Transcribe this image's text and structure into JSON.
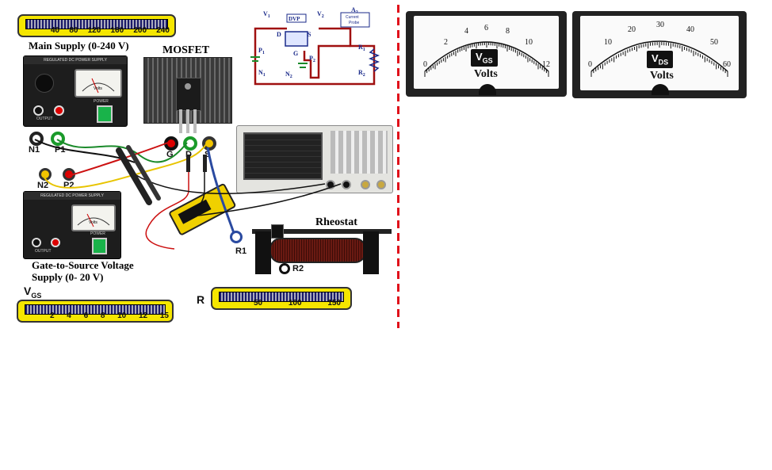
{
  "main_supply": {
    "label": "Main Supply (0-240 V)",
    "scale": [
      "40",
      "80",
      "120",
      "160",
      "200",
      "240"
    ],
    "header": "REGULATED DC POWER SUPPLY",
    "meter_unit": "Volts",
    "power_label": "POWER",
    "output_label": "OUTPUT"
  },
  "mosfet": {
    "label": "MOSFET",
    "terminals": [
      "G",
      "D",
      "S"
    ]
  },
  "gate_supply": {
    "label_line1": "Gate-to-Source Voltage",
    "label_line2": "Supply (0- 20 V)",
    "header": "REGULATED DC POWER SUPPLY",
    "meter_unit": "Volts",
    "power_label": "POWER",
    "output_label": "OUTPUT"
  },
  "terminals": {
    "n1": "N1",
    "p1": "P1",
    "n2": "N2",
    "p2": "P2",
    "r1": "R1",
    "r2": "R2"
  },
  "vgs_slider": {
    "label": "V",
    "sub": "GS",
    "scale": [
      "2",
      "4",
      "6",
      "8",
      "10",
      "12",
      "15"
    ]
  },
  "r_slider": {
    "label": "R",
    "scale": [
      "50",
      "100",
      "150"
    ]
  },
  "rheostat": {
    "label": "Rheostat"
  },
  "circuit": {
    "v1": "V",
    "v1_sub": "1",
    "dvp": "DVP",
    "v2": "V",
    "v2_sub": "2",
    "a2": "A",
    "a2_sub": "2",
    "probe1": "Current",
    "probe2": "Probe",
    "d": "D",
    "s": "S",
    "g": "G",
    "p1": "P",
    "p1_sub": "1",
    "n1": "N",
    "n1_sub": "1",
    "p2": "P",
    "p2_sub": "2",
    "n2": "N",
    "n2_sub": "2",
    "r1": "R",
    "r1_sub": "1",
    "r2": "R",
    "r2_sub": "2"
  },
  "vgs_meter": {
    "plate": "V",
    "plate_sub": "GS",
    "units": "Volts",
    "ticks": [
      "0",
      "2",
      "4",
      "6",
      "8",
      "10",
      "12"
    ]
  },
  "vds_meter": {
    "plate": "V",
    "plate_sub": "DS",
    "units": "Volts",
    "ticks": [
      "0",
      "10",
      "20",
      "30",
      "40",
      "50",
      "60"
    ]
  },
  "colors": {
    "divider": "#e0101a",
    "slider": "#f5e600",
    "wire_red": "#cc1111",
    "wire_green": "#1a8a2a",
    "wire_yellow": "#e8c400",
    "wire_blue": "#2a4aa0",
    "circuit": "#a01010"
  }
}
